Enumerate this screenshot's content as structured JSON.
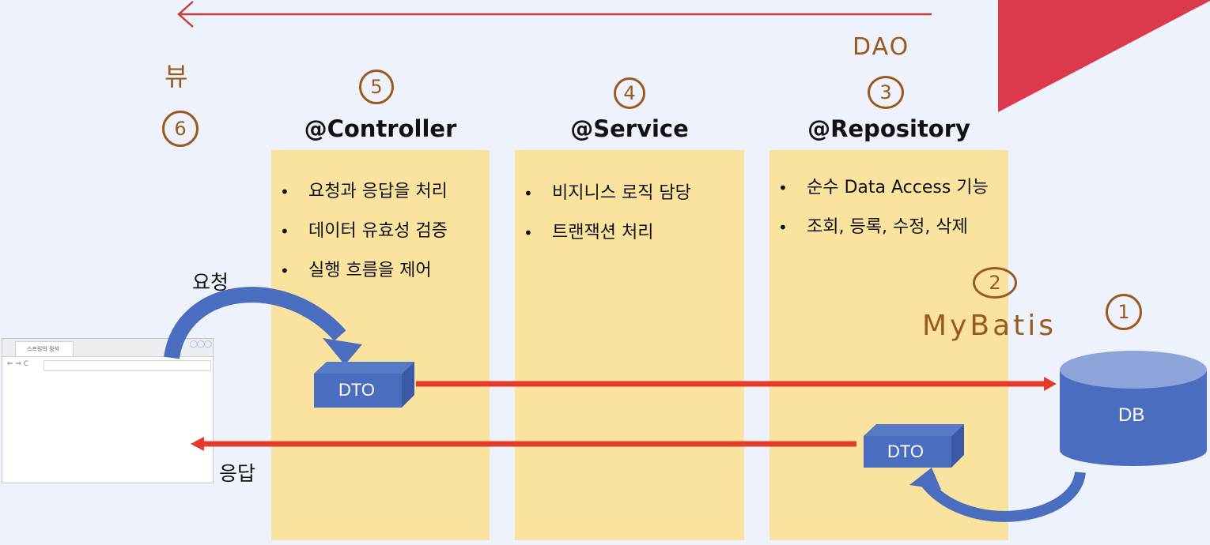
{
  "columns": [
    {
      "title": "@Controller",
      "bullets": [
        "요청과 응답을 처리",
        "데이터 유효성 검증",
        "실행 흐름을 제어"
      ]
    },
    {
      "title": "@Service",
      "bullets": [
        "비지니스 로직 담당",
        "트랜잭션 처리"
      ]
    },
    {
      "title": "@Repository",
      "bullets": [
        "순수 Data Access 기능",
        "조회, 등록, 수정, 삭제"
      ]
    }
  ],
  "annotations": {
    "view_label": "뷰",
    "num6": "6",
    "num5": "5",
    "num4": "4",
    "num3": "3",
    "dao_label": "DAO",
    "num2": "2",
    "mybatis_label": "MyBatis",
    "num1": "1"
  },
  "flow": {
    "request_label": "요청",
    "response_label": "응답",
    "dto_label_1": "DTO",
    "dto_label_2": "DTO",
    "db_label": "DB"
  },
  "browser": {
    "tab_title": "스프링의 정석",
    "nav_buttons": "⇐ ⇒ C"
  },
  "colors": {
    "background": "#eef2fd",
    "column_fill": "#fae39e",
    "arrow_red": "#e53b2a",
    "blue": "#4a6dc0",
    "annotation_brown": "#9a5a1e",
    "corner_red": "#dc3a4c"
  }
}
